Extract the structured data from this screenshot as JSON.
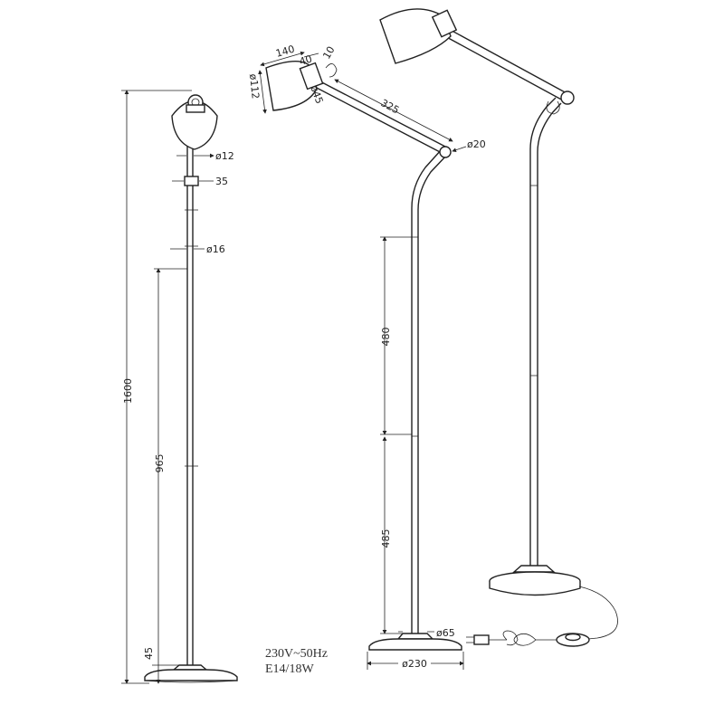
{
  "dimensions": {
    "total_height": "1600",
    "pole_lower_height": "965",
    "base_height": "45",
    "head_rod_diameter": "ø12",
    "joint_height": "35",
    "pole_diameter": "ø16",
    "shade_length": "140",
    "holder_length": "40",
    "holder_offset": "10",
    "shade_diameter": "ø112",
    "holder_diameter": "ø45",
    "arm_length": "325",
    "elbow_diameter": "ø20",
    "upper_pole": "480",
    "lower_pole": "485",
    "base_neck_diameter": "ø65",
    "base_diameter": "ø230"
  },
  "specs": {
    "voltage": "230V~50Hz",
    "bulb": "E14/18W"
  }
}
